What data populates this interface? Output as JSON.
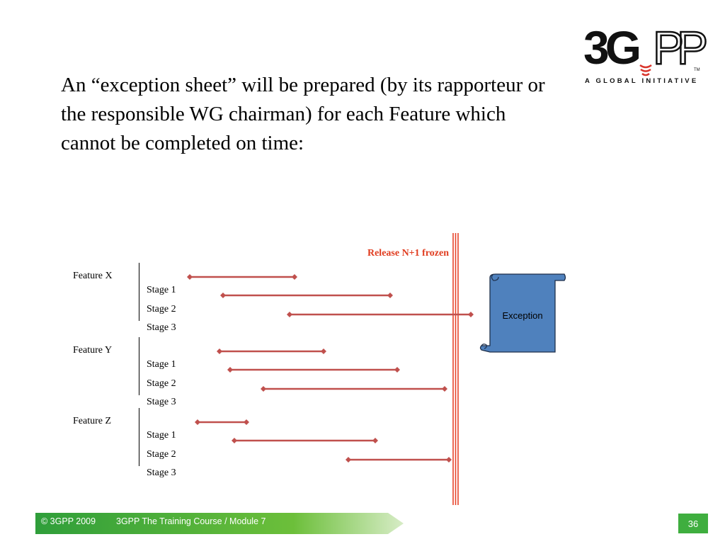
{
  "logo": {
    "wordmark": "3GPP",
    "tagline": "A GLOBAL INITIATIVE",
    "trademark": "TM"
  },
  "heading": "An “exception sheet” will be prepared (by its rapporteur or the responsible WG chairman) for each Feature which cannot be completed on time:",
  "diagram": {
    "freeze_label": "Release N+1 frozen",
    "exception_label": "Exception",
    "features": [
      {
        "label": "Feature X",
        "stages": [
          {
            "label": "Stage 1",
            "start": 268,
            "end": 416
          },
          {
            "label": "Stage 2",
            "start": 315,
            "end": 551
          },
          {
            "label": "Stage 3",
            "start": 409,
            "end": 665
          }
        ]
      },
      {
        "label": "Feature Y",
        "stages": [
          {
            "label": "Stage 1",
            "start": 310,
            "end": 457
          },
          {
            "label": "Stage 2",
            "start": 325,
            "end": 561
          },
          {
            "label": "Stage 3",
            "start": 372,
            "end": 628
          }
        ]
      },
      {
        "label": "Feature Z",
        "stages": [
          {
            "label": "Stage 1",
            "start": 279,
            "end": 348
          },
          {
            "label": "Stage 2",
            "start": 331,
            "end": 530
          },
          {
            "label": "Stage 3",
            "start": 492,
            "end": 634
          }
        ]
      }
    ]
  },
  "colors": {
    "bar": "#c0504d",
    "freeze": "#e8442a",
    "freeze_label": "#e03c1f",
    "exception_fill": "#4f81bd",
    "footer_green": "#3fae3f"
  },
  "footer": {
    "copyright": "© 3GPP 2009",
    "course": "3GPP The Training Course / Module 7",
    "page": "36"
  }
}
